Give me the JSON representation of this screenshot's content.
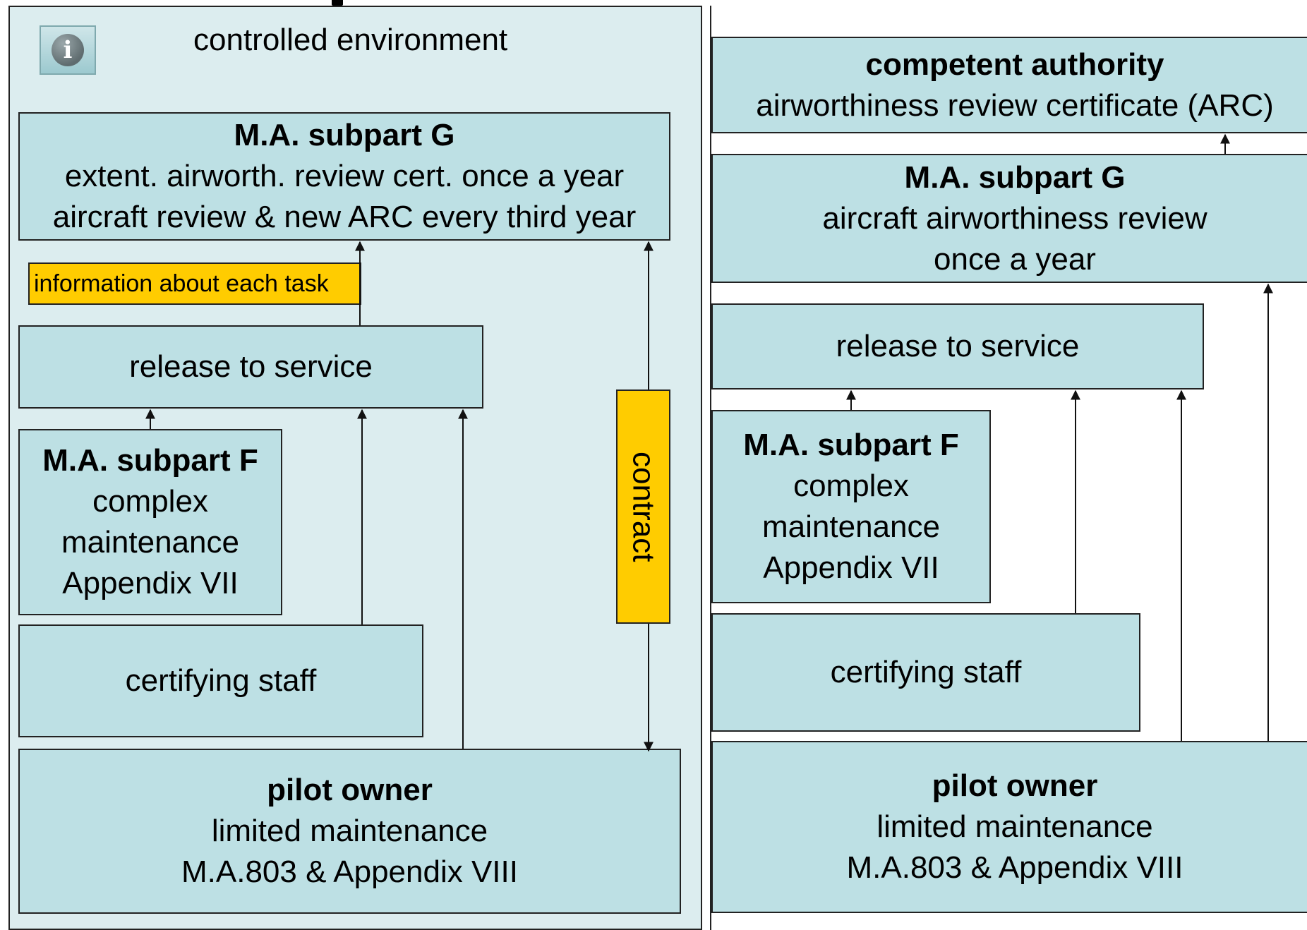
{
  "left": {
    "environment_label": "controlled environment",
    "subpart_g": {
      "title": "M.A. subpart G",
      "lines": [
        "extent. airworth. review cert. once a year",
        "aircraft review & new ARC every third year"
      ]
    },
    "info_label": "information about each task",
    "release": "release to service",
    "subpart_f": {
      "title": "M.A. subpart F",
      "lines": [
        "complex",
        "maintenance",
        "Appendix VII"
      ]
    },
    "certifying": "certifying staff",
    "contract": "contract",
    "pilot": {
      "title": "pilot owner",
      "lines": [
        "limited maintenance",
        "M.A.803 & Appendix VIII"
      ]
    }
  },
  "right": {
    "authority": {
      "title": "competent authority",
      "line": "airworthiness review certificate (ARC)"
    },
    "subpart_g": {
      "title": "M.A. subpart G",
      "lines": [
        "aircraft airworthiness review",
        "once a year"
      ]
    },
    "release": "release to service",
    "subpart_f": {
      "title": "M.A. subpart F",
      "lines": [
        "complex",
        "maintenance",
        "Appendix VII"
      ]
    },
    "certifying": "certifying staff",
    "pilot": {
      "title": "pilot owner",
      "lines": [
        "limited maintenance",
        "M.A.803 & Appendix VIII"
      ]
    }
  },
  "icons": {
    "info": "info-icon"
  },
  "colors": {
    "box_fill": "#bde0e4",
    "panel_fill": "#dcedef",
    "highlight": "#ffcc00",
    "stroke": "#222222"
  }
}
